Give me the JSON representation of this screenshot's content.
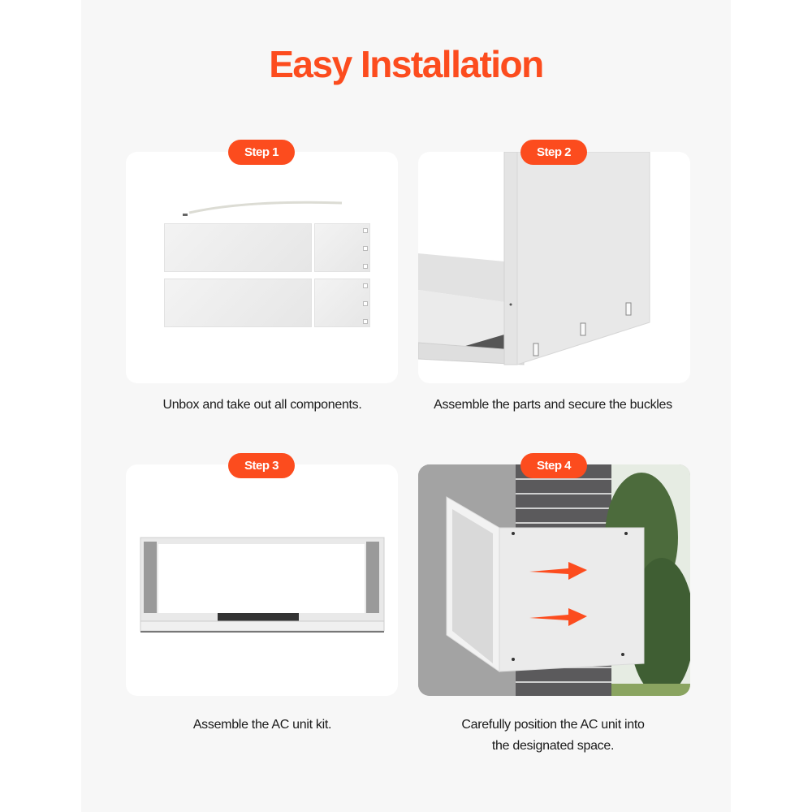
{
  "title": "Easy Installation",
  "colors": {
    "accent": "#fc4c1e",
    "panel": "#f7f7f7",
    "card": "#ffffff",
    "text": "#1a1a1a"
  },
  "steps": [
    {
      "badge": "Step 1",
      "caption": "Unbox and take out all components.",
      "image": "kit-components"
    },
    {
      "badge": "Step 2",
      "caption": "Assemble the parts and secure the buckles",
      "image": "assembled-corner"
    },
    {
      "badge": "Step 3",
      "caption": "Assemble the AC unit kit.",
      "image": "assembled-frame"
    },
    {
      "badge": "Step 4",
      "caption_line1": "Carefully position the AC unit into",
      "caption_line2": "the designated space.",
      "image": "ac-installed-in-wall"
    }
  ]
}
